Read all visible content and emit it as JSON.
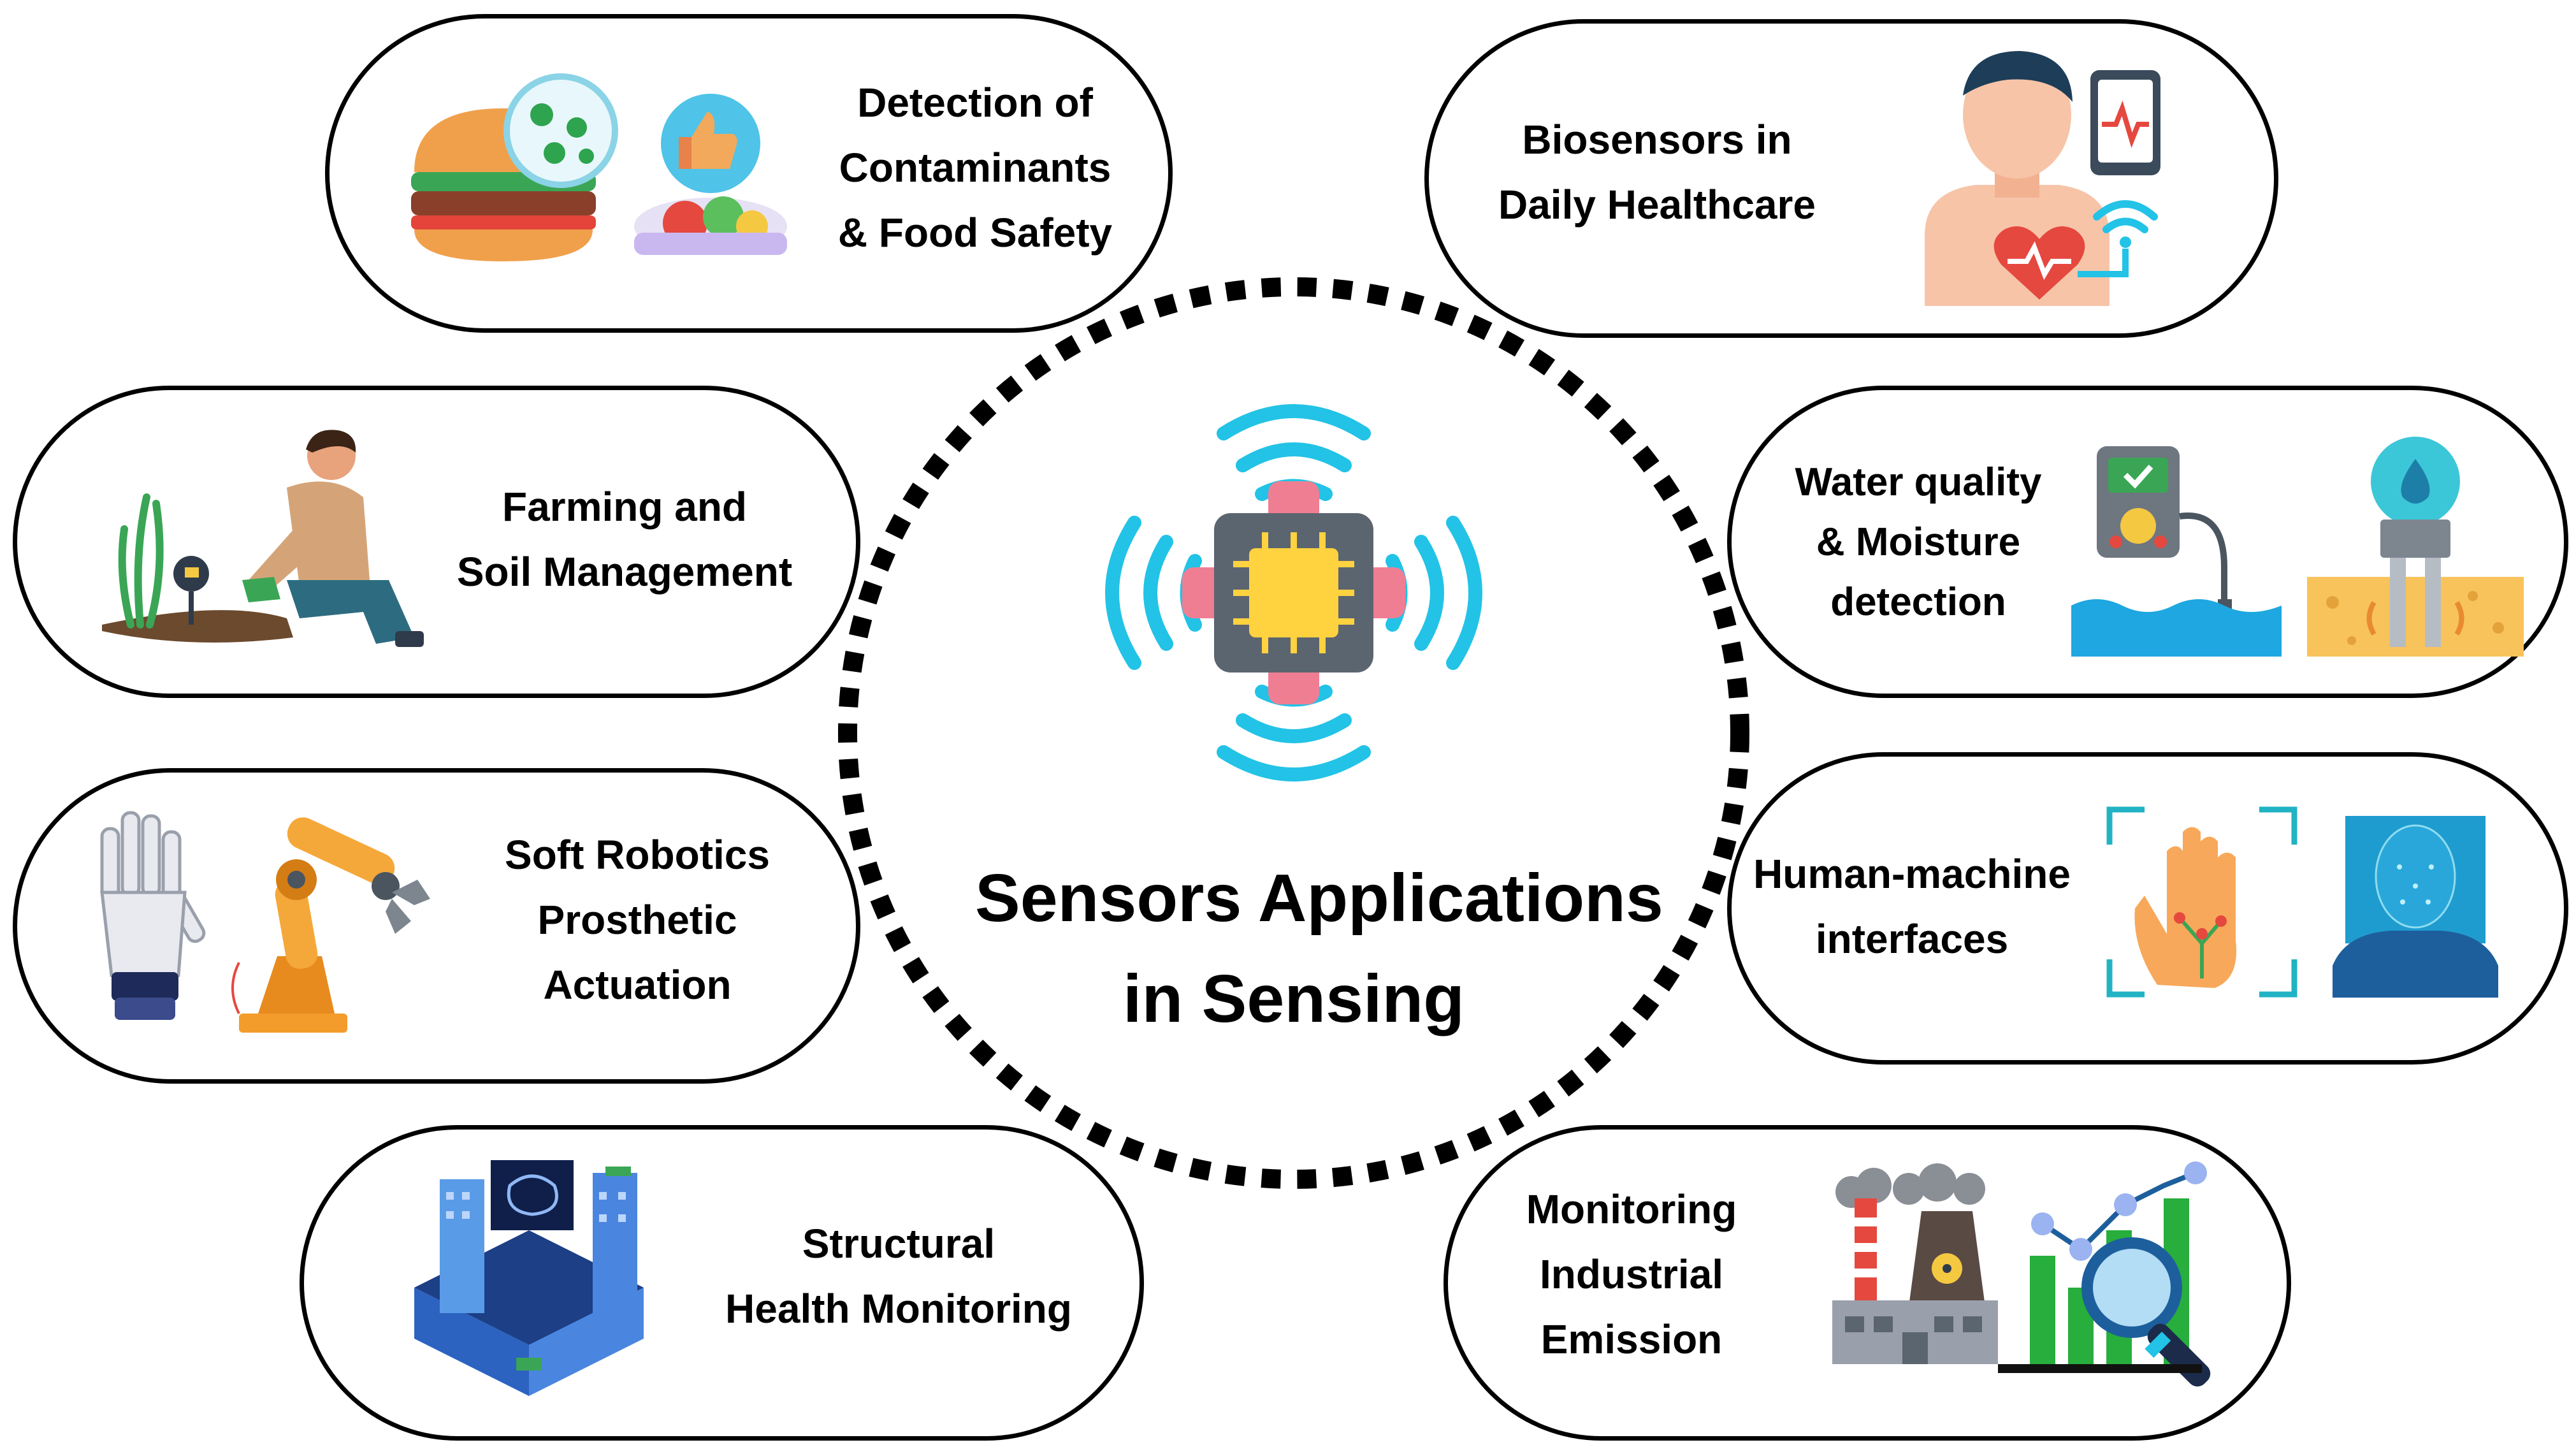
{
  "center": {
    "title_line1": "Sensors Applications",
    "title_line2": "in Sensing",
    "icon": "sensor-chip-wireless-icon"
  },
  "applications": [
    {
      "id": "food-safety",
      "lines": [
        "Detection of",
        "Contaminants",
        "& Food Safety"
      ],
      "icons": [
        "burger-bacteria-icon",
        "food-approved-icon"
      ]
    },
    {
      "id": "healthcare",
      "lines": [
        "Biosensors in",
        "Daily Healthcare"
      ],
      "icons": [
        "patient-heart-monitor-icon"
      ]
    },
    {
      "id": "farming",
      "lines": [
        "Farming and",
        "Soil Management"
      ],
      "icons": [
        "farmer-soil-sensor-icon"
      ]
    },
    {
      "id": "water",
      "lines": [
        "Water quality",
        "& Moisture",
        "detection"
      ],
      "icons": [
        "water-meter-icon",
        "soil-moisture-probe-icon"
      ]
    },
    {
      "id": "robotics",
      "lines": [
        "Soft Robotics",
        "Prosthetic",
        "Actuation"
      ],
      "icons": [
        "robotic-hand-icon",
        "robot-arm-icon"
      ]
    },
    {
      "id": "hmi",
      "lines": [
        "Human-machine",
        "interfaces"
      ],
      "icons": [
        "hand-scan-icon",
        "face-scan-icon"
      ]
    },
    {
      "id": "structural",
      "lines": [
        "Structural",
        "Health Monitoring"
      ],
      "icons": [
        "smart-city-building-icon"
      ]
    },
    {
      "id": "emission",
      "lines": [
        "Monitoring",
        "Industrial",
        "Emission"
      ],
      "icons": [
        "factory-emission-icon",
        "chart-magnifier-icon"
      ]
    }
  ],
  "colors": {
    "outline": "#000000",
    "cyan": "#22c3e6",
    "chip_gray": "#5b6570",
    "chip_core": "#ffd23f",
    "pink": "#f07e93",
    "orange": "#f39c2c",
    "green": "#27ae3d",
    "blue_dark": "#1d5f9c"
  }
}
